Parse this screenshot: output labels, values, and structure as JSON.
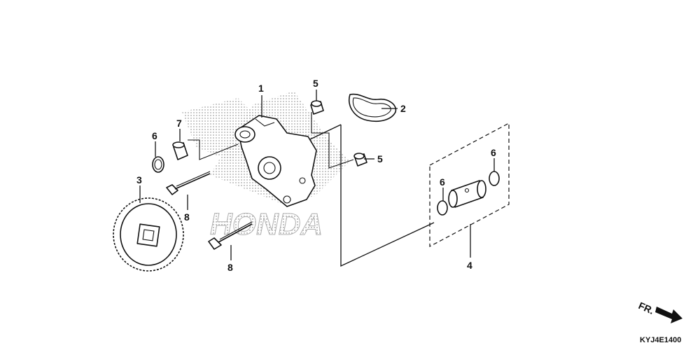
{
  "diagram": {
    "parts": [
      {
        "num": "1"
      },
      {
        "num": "2"
      },
      {
        "num": "3"
      },
      {
        "num": "4"
      },
      {
        "num": "5"
      },
      {
        "num": "5"
      },
      {
        "num": "6"
      },
      {
        "num": "6"
      },
      {
        "num": "6"
      },
      {
        "num": "7"
      },
      {
        "num": "8"
      },
      {
        "num": "8"
      }
    ],
    "watermark": "HONDA",
    "direction_label": "FR.",
    "diagram_code": "KYJ4E1400"
  }
}
